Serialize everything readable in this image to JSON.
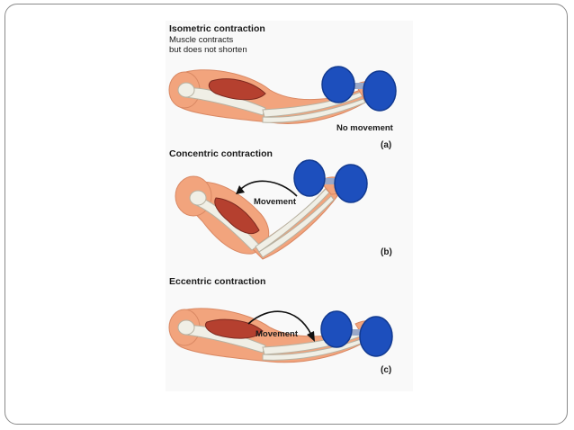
{
  "panels": [
    {
      "heading": "Isometric contraction",
      "description_lines": [
        "Muscle contracts",
        "but does not shorten"
      ],
      "callout": "No movement",
      "label": "(a)"
    },
    {
      "heading": "Concentric contraction",
      "callout": "Movement",
      "label": "(b)"
    },
    {
      "heading": "Eccentric contraction",
      "callout": "Movement",
      "label": "(c)"
    }
  ],
  "colors": {
    "skin": "#f2a47d",
    "skin_shadow": "#d98863",
    "muscle": "#b5402f",
    "muscle_dark": "#7d2a20",
    "bone": "#f0efe6",
    "bone_outline": "#b7b2a2",
    "dumbbell": "#1d4fbd",
    "dumbbell_dark": "#123a91",
    "arrow": "#111111",
    "slide_border": "#8a8a8a"
  }
}
